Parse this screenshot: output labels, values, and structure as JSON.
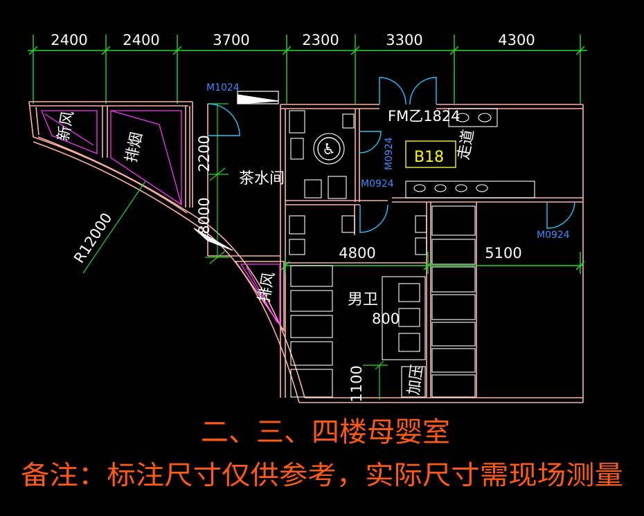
{
  "dimensions_top": [
    "2400",
    "2400",
    "3700",
    "2300",
    "3300",
    "4300"
  ],
  "dimensions_mid": [
    "4800",
    "5100"
  ],
  "dimension_notes": {
    "vertical_a": "2200",
    "vertical_b": "8000",
    "radius": "R12000",
    "stall": "800",
    "height": "1100"
  },
  "rooms": {
    "fresh_air": "新风",
    "smoke_exhaust": "排烟",
    "tea_room": "茶水间",
    "exhaust_air": "排风",
    "mens_room": "男卫",
    "corridor": "走道",
    "pressurization": "加压"
  },
  "doors": {
    "d1": "M1024",
    "d2": "FM乙1824",
    "d3": "M0924",
    "d4": "M0924",
    "d5": "M0924"
  },
  "tag": "B18",
  "title": "二、三、四楼母婴室",
  "note": "备注：标注尺寸仅供参考，实际尺寸需现场测量",
  "colors": {
    "background": "#000000",
    "dimension": "#22dd22",
    "wall": "#ffb3a7",
    "duct": "#ff33ff",
    "fixture": "#ffffff",
    "door_label": "#3a8cff",
    "title": "#ff5a14",
    "tag": "#ffff00"
  }
}
